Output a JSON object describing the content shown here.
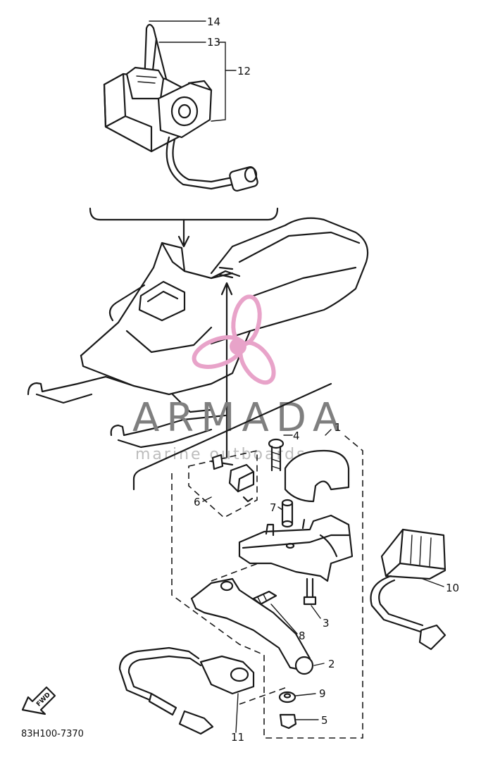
{
  "callouts": {
    "c1": "1",
    "c2": "2",
    "c3": "3",
    "c4": "4",
    "c5": "5",
    "c6": "6",
    "c7": "7",
    "c8": "8",
    "c9": "9",
    "c10": "10",
    "c11": "11",
    "c12": "12",
    "c13": "13",
    "c14": "14"
  },
  "diagram_code": "83H100-7370",
  "fwd_label": "FWD",
  "watermark": {
    "brand": "ARMADA",
    "tagline": "marine outboards",
    "logo_color": "#e8a3c9",
    "text_color": "#7f7f7f"
  },
  "colors": {
    "line": "#1a1a1a",
    "background": "#ffffff"
  }
}
